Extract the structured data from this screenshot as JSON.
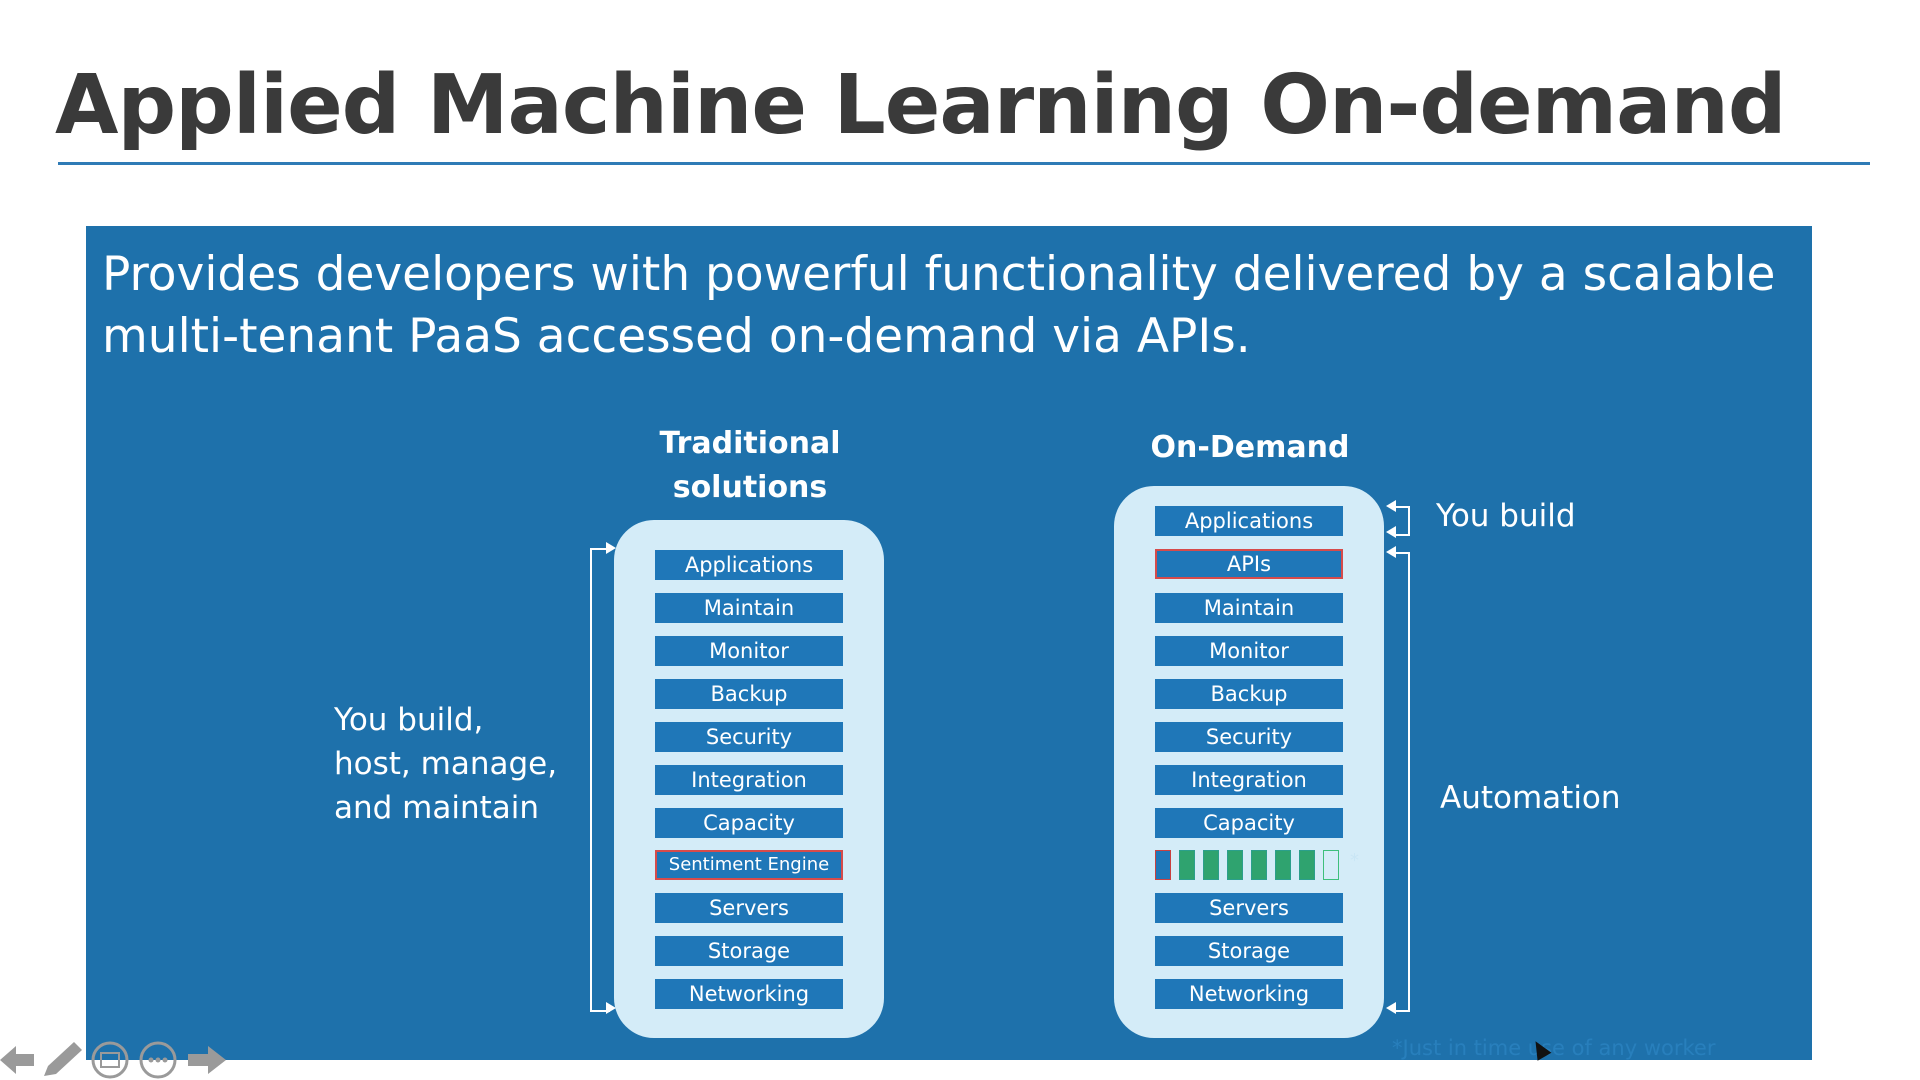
{
  "slide": {
    "title": "Applied Machine Learning On-demand",
    "subtitle_line1": "Provides developers with powerful functionality delivered by a scalable",
    "subtitle_line2": "multi-tenant PaaS accessed on-demand via APIs.",
    "footnote": "*Just in time use of any worker"
  },
  "traditional": {
    "heading_line1": "Traditional",
    "heading_line2": "solutions",
    "side_label_line1": "You build,",
    "side_label_line2": "host, manage,",
    "side_label_line3": "and maintain",
    "layers": [
      "Applications",
      "Maintain",
      "Monitor",
      "Backup",
      "Security",
      "Integration",
      "Capacity",
      "Sentiment Engine",
      "Servers",
      "Storage",
      "Networking"
    ]
  },
  "on_demand": {
    "heading": "On-Demand",
    "you_build_label": "You build",
    "automation_label": "Automation",
    "star_marker": "*",
    "layers": [
      "Applications",
      "APIs",
      "Maintain",
      "Monitor",
      "Backup",
      "Security",
      "Integration",
      "Capacity",
      "Servers",
      "Storage",
      "Networking"
    ]
  },
  "toolbar": {
    "icons": [
      "arrow-left-icon",
      "pen-icon",
      "slides-icon",
      "more-icon",
      "arrow-right-icon"
    ]
  },
  "colors": {
    "panel": "#1e71ab",
    "layer": "#1f77b8",
    "stack": "#d4ecf8",
    "highlight_red": "#d64b4b",
    "title_rule": "#2f7bb6"
  }
}
